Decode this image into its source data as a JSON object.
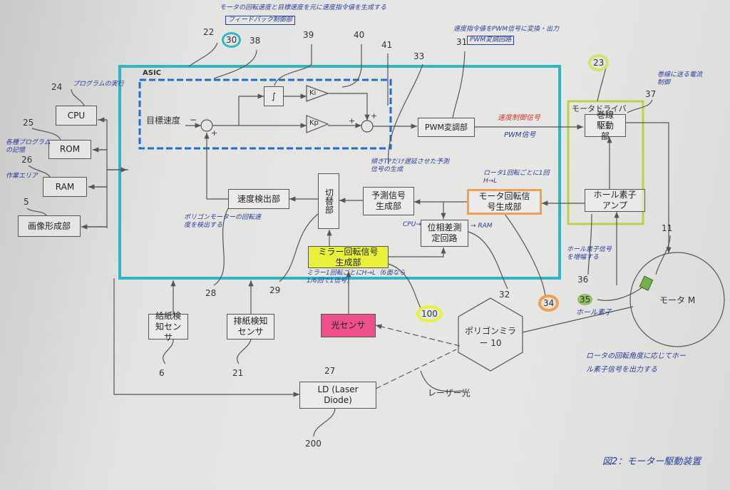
{
  "asic_label": "ASIC",
  "blocks": {
    "target_speed": "目標速度",
    "integrator": "∫",
    "ki": "Ki",
    "kp": "Kp",
    "pwm": "PWM変調部",
    "speed_detect": "速度検出部",
    "switch": "切替部",
    "predict": "予測信号生成部",
    "phase": "位相差測定回路",
    "mirror": "ミラー回転信号生成部",
    "motor_rot": "モータ回転信号生成部",
    "motor_driver": "モータドライバ",
    "winding": "巻線駆動部",
    "hall_amp": "ホール素子アンプ",
    "motor": "モータ M",
    "cpu": "CPU",
    "rom": "ROM",
    "ram": "RAM",
    "image": "画像形成部",
    "feed": "給紙検知センサ",
    "eject": "排紙検知センサ",
    "optical": "光センサ",
    "polygon": "ポリゴンミラー 10",
    "ld": "LD (Laser Diode)",
    "laser": "レーザー光"
  },
  "numbers": {
    "n22": "22",
    "n30": "30",
    "n38": "38",
    "n39": "39",
    "n40": "40",
    "n41": "41",
    "n33": "33",
    "n23": "23",
    "n37": "37",
    "n24": "24",
    "n25": "25",
    "n26": "26",
    "n5": "5",
    "n28": "28",
    "n29": "29",
    "n100": "100",
    "n32": "32",
    "n34": "34",
    "n36": "36",
    "n35": "35",
    "n11": "11",
    "n6": "6",
    "n21": "21",
    "n27": "27",
    "n200": "200",
    "n31": "31"
  },
  "notes": {
    "feedback_desc": "モータの回転速度と目標速度を元に速度指令値を生成する",
    "feedback_title": "フィードバック制御部",
    "pwm_desc": "速度指令値をPWM信号に変換・出力",
    "pwm_title": "PWM変調回路",
    "cpu_note": "プログラムの実行",
    "rom_note": "各種プログラムの記憶",
    "ram_note": "作業エリア",
    "speed_control": "速度制御信号",
    "pwm_signal": "PWM信号",
    "winding_note": "巻線に送る電流制御",
    "predict_note": "傾きTPだけ遅延させた予測信号の生成",
    "rotor_note": "ロータ1回転ごとに1回 H→L",
    "cpu_arrow": "CPU→",
    "ram_arrow": "→ RAM",
    "polygon_note": "ポリゴンモーターの回転速度を検出する",
    "mirror_note": "ミラー1回転ごとにH→L（6面なら1/6回で1信号）",
    "hall_amp_note": "ホール素子信号を増幅する",
    "hall_element": "ホール素子",
    "rotor_angle_note": "ロータの回転角度に応じてホール素子信号を出力する",
    "figure_caption": "図2：モーター駆動装置"
  },
  "colors": {
    "asic": "#2fb6c4",
    "feedback": "#1f6fc9",
    "mirror": "#e8f03a",
    "optical": "#f0508a",
    "motor_rot": "#f0a050",
    "driver": "#b6d34a",
    "ink": "#2a3f9a"
  }
}
